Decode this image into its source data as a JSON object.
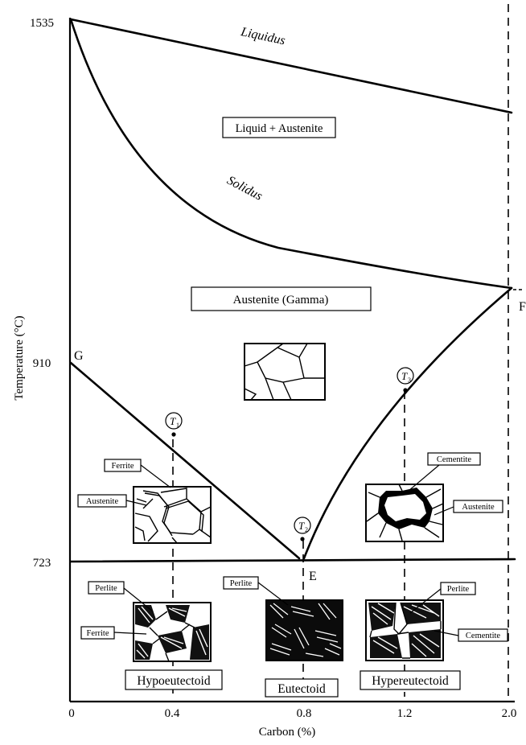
{
  "axes": {
    "x_title": "Carbon (%)",
    "y_title": "Temperature (°C)",
    "x_ticks": [
      "0",
      "0.4",
      "0.8",
      "1.2",
      "2.0"
    ],
    "y_ticks": [
      "1535",
      "910",
      "723"
    ]
  },
  "curves": {
    "liquidus": "Liquidus",
    "solidus": "Solidus"
  },
  "points": {
    "g": "G",
    "e": "E",
    "f": "F"
  },
  "regions": {
    "liquid_austenite": "Liquid + Austenite",
    "austenite_gamma": "Austenite (Gamma)",
    "hypoeutectoid": "Hypoeutectoid",
    "eutectoid": "Eutectoid",
    "hypereutectoid": "Hypereutectoid"
  },
  "temperatures": {
    "t1": {
      "letter": "T",
      "sub": "1"
    },
    "t2": {
      "letter": "T",
      "sub": "2"
    },
    "t3": {
      "letter": "T",
      "sub": "3"
    }
  },
  "micro_labels": {
    "ferrite_upper": "Ferrite",
    "austenite_left": "Austenite",
    "cementite_upper": "Cementite",
    "austenite_right": "Austenite",
    "perlite_left": "Perlite",
    "ferrite_lower": "Ferrite",
    "perlite_center": "Perlite",
    "perlite_right": "Perlite",
    "cementite_lower": "Cementite"
  }
}
